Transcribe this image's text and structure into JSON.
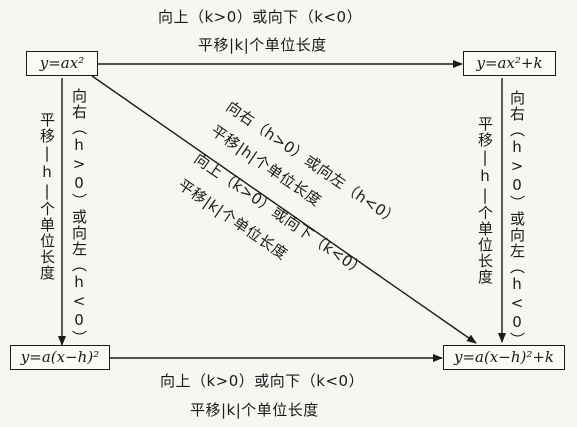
{
  "nodes": {
    "top_left": "y=ax²",
    "top_right": "y=ax²+k",
    "bottom_left": "y=a(x−h)²",
    "bottom_right": "y=a(x−h)²+k"
  },
  "edges": {
    "top": {
      "line1": "向上（k>0）或向下（k<0）",
      "line2": "平移|k|个单位长度"
    },
    "bottom": {
      "line1": "向上（k>0）或向下（k<0）",
      "line2": "平移|k|个单位长度"
    },
    "left": {
      "line1": "向右（h>0）或向左（h<0）",
      "line2": "平移|h|个单位长度"
    },
    "right": {
      "line1": "向右（h>0）或向左（h<0）",
      "line2": "平移|h|个单位长度"
    },
    "diagonal": {
      "line1": "向右（h>0）或向左（h<0）",
      "line2": "平移|h|个单位长度",
      "line3": "向上（k>0）或向下（k<0）",
      "line4": "平移|k|个单位长度"
    }
  }
}
